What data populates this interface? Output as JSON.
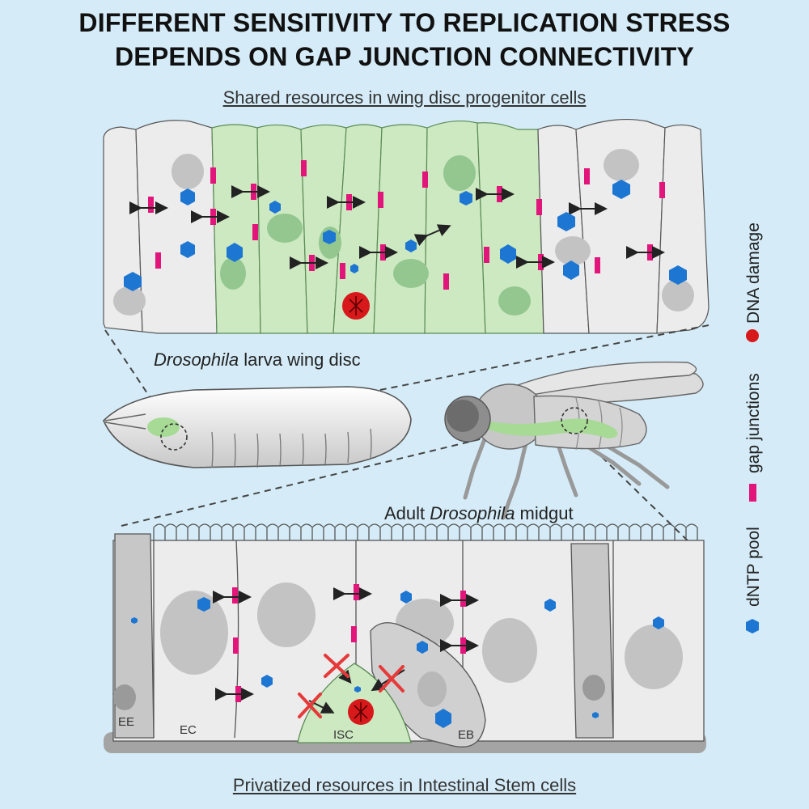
{
  "title": {
    "line1": "DIFFERENT SENSITIVITY TO REPLICATION STRESS",
    "line2": "DEPENDS ON GAP JUNCTION CONNECTIVITY"
  },
  "panels": {
    "top_caption": "Shared resources in wing disc progenitor cells",
    "bottom_caption": "Privatized resources in Intestinal Stem cells"
  },
  "organisms": {
    "larva_italic": "Drosophila",
    "larva_rest": " larva wing disc",
    "adult_prefix": "Adult ",
    "adult_italic": "Drosophila",
    "adult_rest": " midgut"
  },
  "cell_labels": {
    "ee": "EE",
    "ec": "EC",
    "isc": "ISC",
    "eb": "EB"
  },
  "legend": {
    "dntp": "dNTP pool",
    "gap": "gap junctions",
    "dna": "DNA damage"
  },
  "colors": {
    "background": "#d5ecf8",
    "cell_grey": "#ececec",
    "cell_green": "#cde9c1",
    "nucleus_green": "#93c78f",
    "gap_junction": "#e2157a",
    "dntp": "#1d76d2",
    "dna_damage": "#d8191c"
  }
}
